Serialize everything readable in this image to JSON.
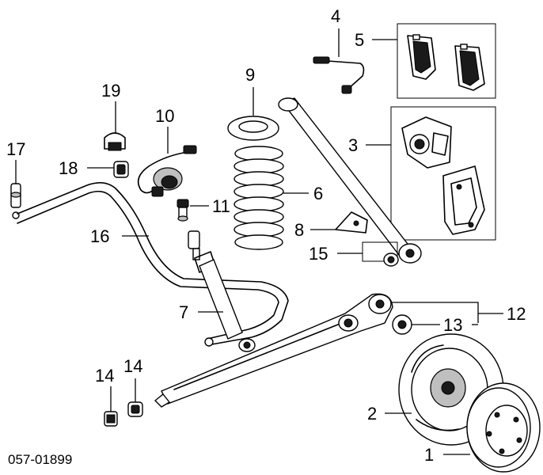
{
  "diagram": {
    "callouts": {
      "p1": "1",
      "p2": "2",
      "p3": "3",
      "p4": "4",
      "p5": "5",
      "p6": "6",
      "p7": "7",
      "p8": "8",
      "p9": "9",
      "p10": "10",
      "p11": "11",
      "p12": "12",
      "p13": "13",
      "p14a": "14",
      "p14b": "14",
      "p15": "15",
      "p16": "16",
      "p17": "17",
      "p18": "18",
      "p19": "19"
    },
    "diagram_code": "057-01899"
  }
}
